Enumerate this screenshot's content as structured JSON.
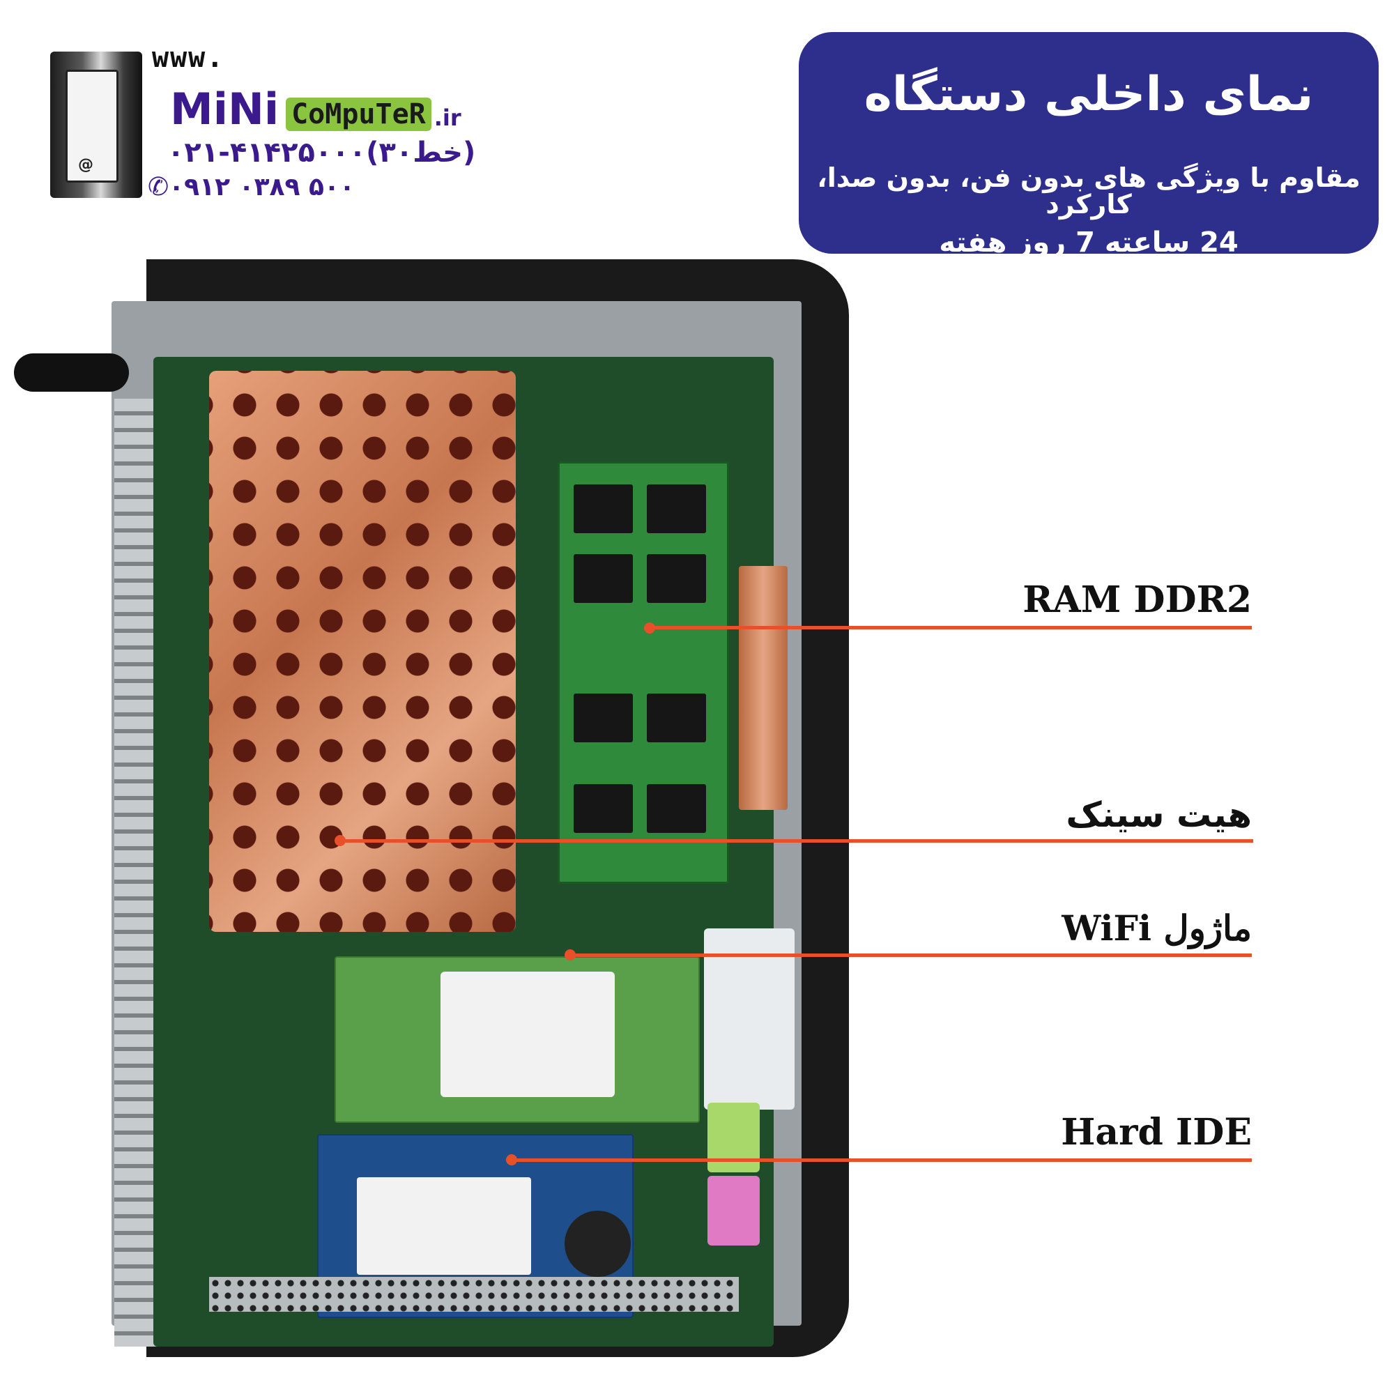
{
  "logo": {
    "www": "www.",
    "brand_mini": "MiNi",
    "brand_computer": "CoMpuTeR",
    "brand_tld": ".ir",
    "phone_landline": "۰۲۱-۴۱۴۲۵۰۰۰(۳۰خط)",
    "phone_mobile": "۰۹۱۲ ۰۳۸۹ ۵۰۰",
    "phone_icon": "phone-icon"
  },
  "title_box": {
    "heading": "نمای داخلی دستگاه",
    "subtitle": "مقاوم با ویژگی های بدون فن، بدون صدا، کارکرد",
    "subtitle_line2": "24 ساعته 7 روز هفته",
    "background_color": "#2e2f8c"
  },
  "callouts": {
    "ram": "RAM DDR2",
    "heatsink": "هیت سینک",
    "wifi": "ماژول WiFi",
    "hard": "Hard IDE",
    "line_color": "#e8502a"
  }
}
